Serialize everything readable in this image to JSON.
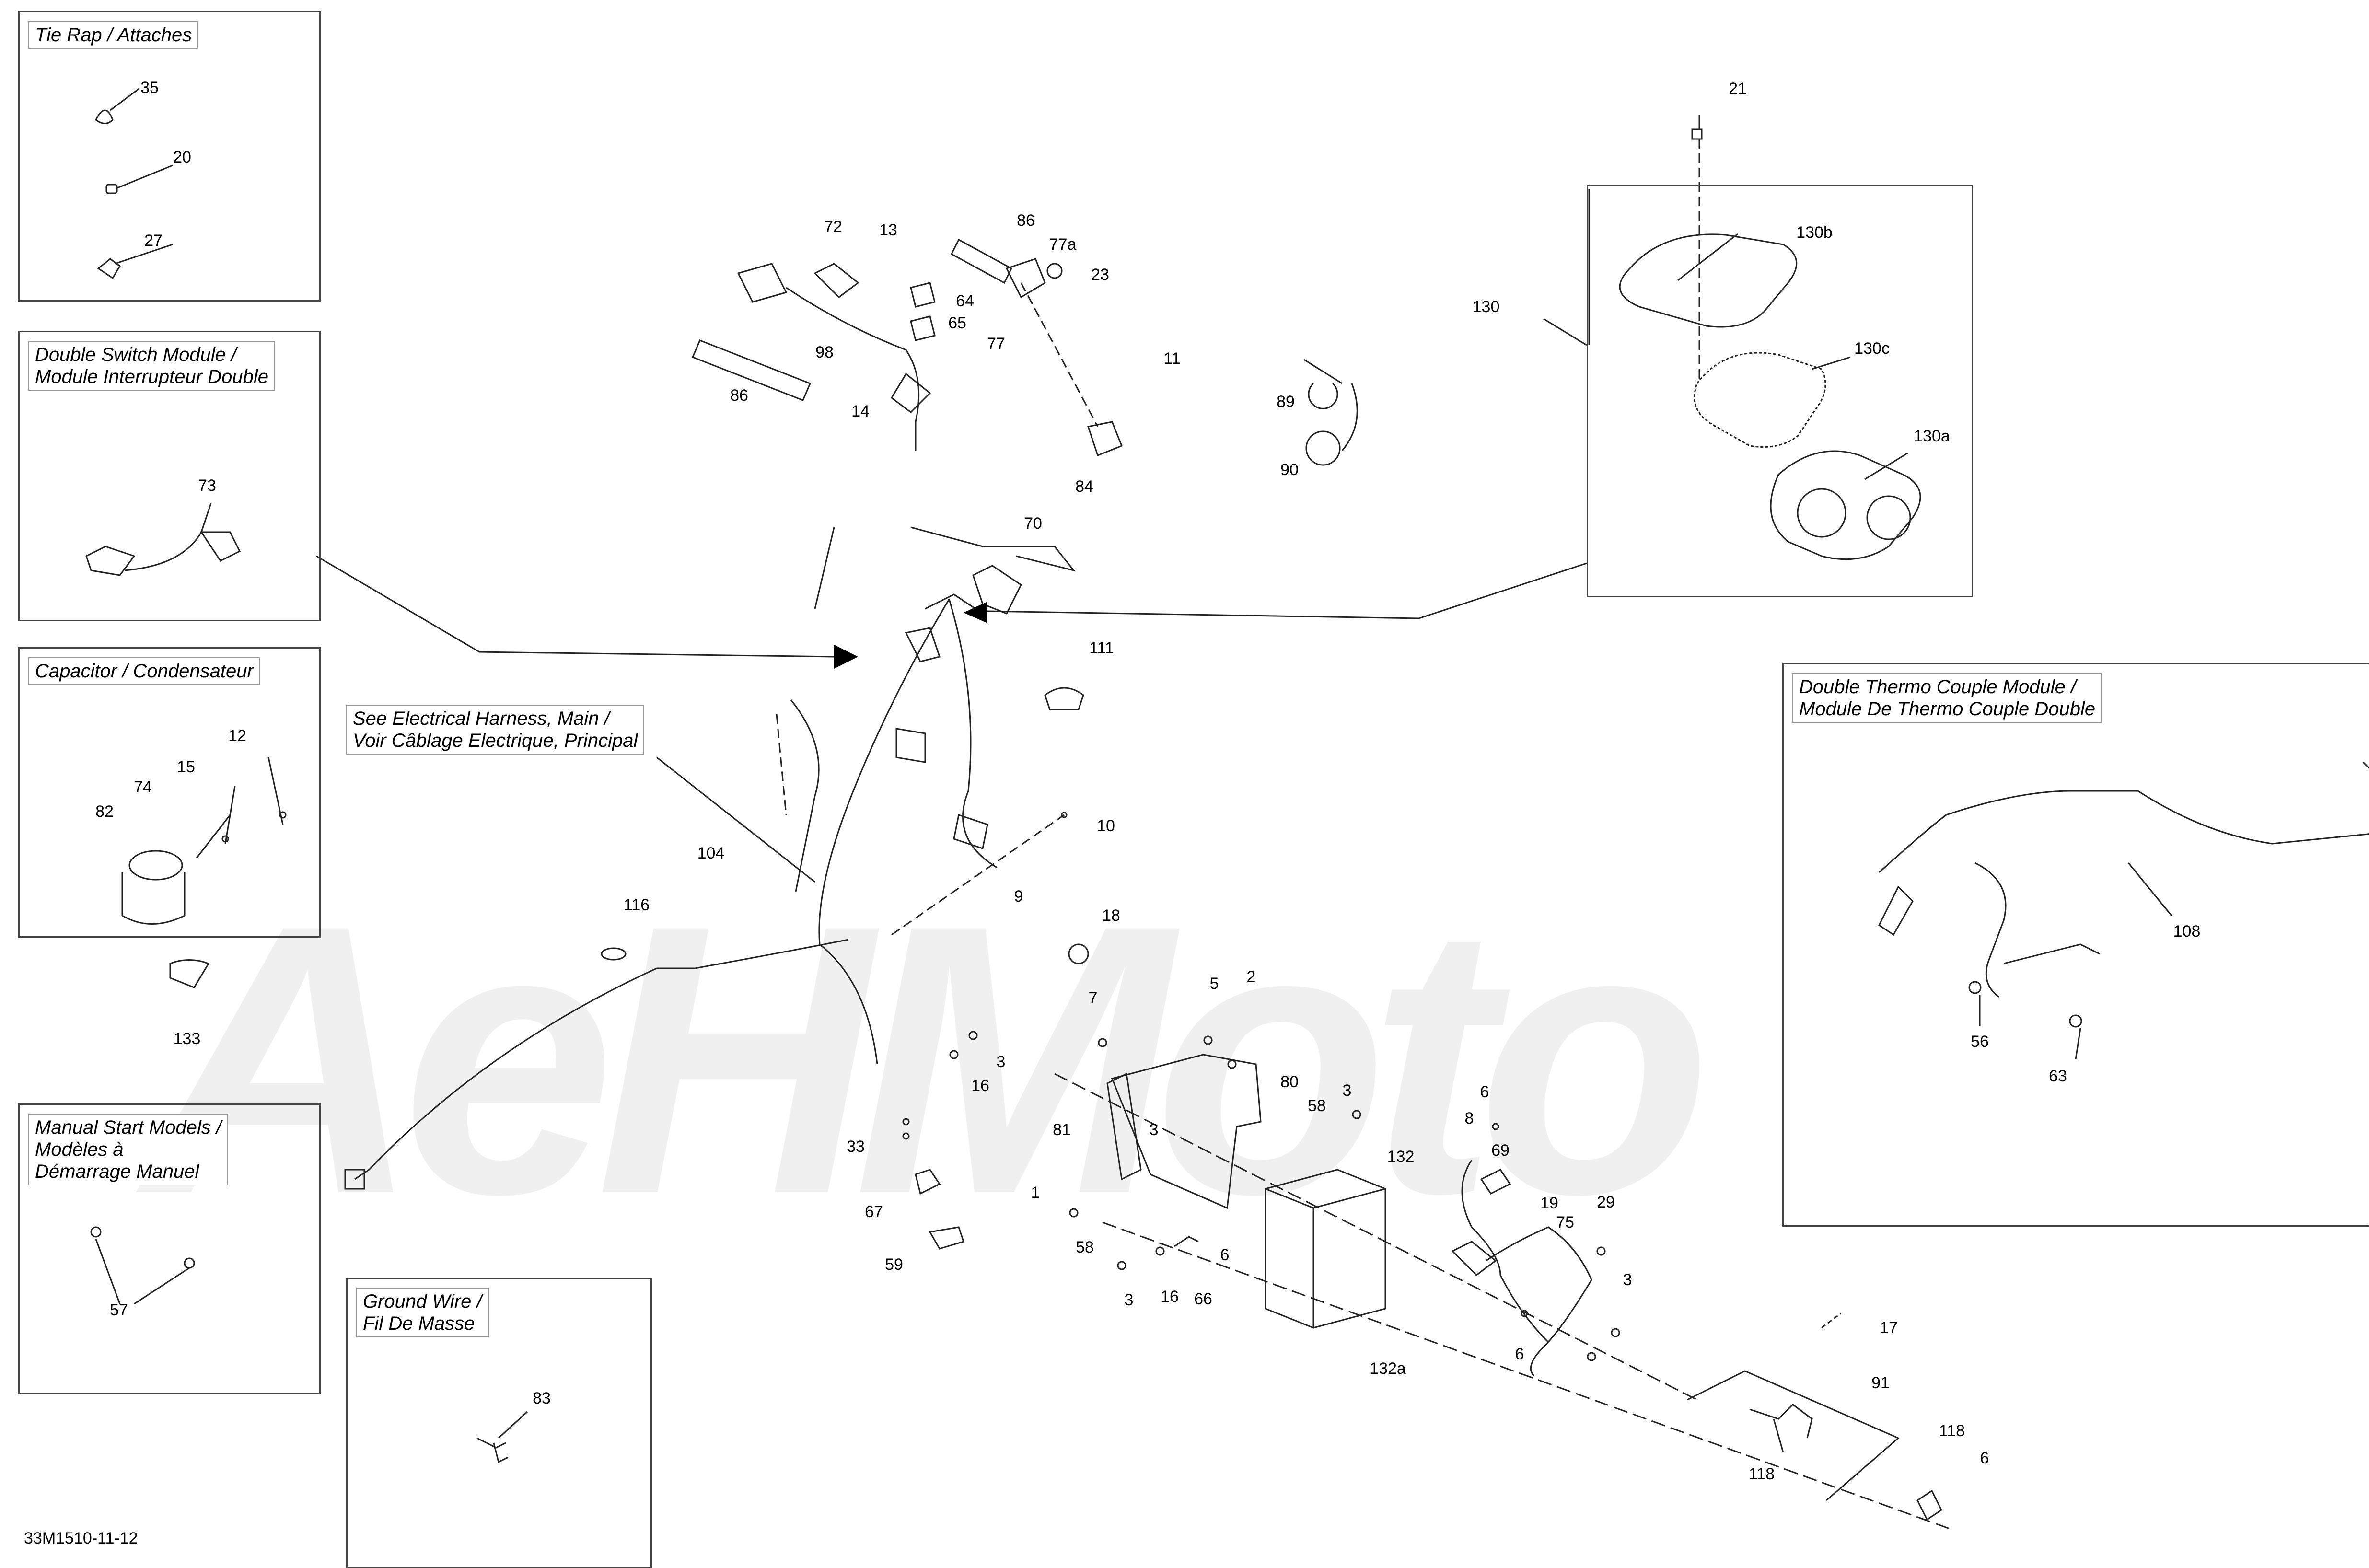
{
  "watermark": "AeHMoto",
  "reference_code": "33M1510-11-12",
  "boxes": {
    "tie_rap": {
      "title": [
        "Tie Rap / Attaches"
      ]
    },
    "double_switch": {
      "title": [
        "Double Switch Module /",
        "Module Interrupteur Double"
      ]
    },
    "capacitor": {
      "title": [
        "Capacitor / Condensateur"
      ]
    },
    "manual_start": {
      "title": [
        "Manual Start Models /",
        "Modèles à",
        "Démarrage Manuel"
      ]
    },
    "ground_wire": {
      "title": [
        "Ground Wire /",
        "Fil De Masse"
      ]
    },
    "harness_note": {
      "title": [
        "See Electrical Harness, Main /",
        "Voir Câblage Electrique, Principal"
      ]
    },
    "thermo": {
      "title": [
        "Double Thermo Couple Module /",
        "Module De Thermo Couple Double"
      ]
    },
    "gauge": {
      "title": []
    }
  },
  "callouts": {
    "c35": "35",
    "c20": "20",
    "c27": "27",
    "c73": "73",
    "c12": "12",
    "c74": "74",
    "c15": "15",
    "c82": "82",
    "c133": "133",
    "c57": "57",
    "c83": "83",
    "c72": "72",
    "c13": "13",
    "c86a": "86",
    "c77a": "77a",
    "c23": "23",
    "c64": "64",
    "c65": "65",
    "c98": "98",
    "c77": "77",
    "c14": "14",
    "c86b": "86",
    "c11": "11",
    "c84": "84",
    "c89": "89",
    "c90": "90",
    "c70": "70",
    "c111": "111",
    "c21": "21",
    "c130b": "130b",
    "c130": "130",
    "c130c": "130c",
    "c130a": "130a",
    "c104": "104",
    "c116": "116",
    "c10": "10",
    "c9": "9",
    "c18": "18",
    "c7": "7",
    "c5": "5",
    "c2": "2",
    "c3a": "3",
    "c16a": "16",
    "c80": "80",
    "c3b": "3",
    "c58a": "58",
    "c81": "81",
    "c3c": "3",
    "c6a": "6",
    "c8": "8",
    "c69": "69",
    "c33": "33",
    "c67": "67",
    "c59": "59",
    "c1": "1",
    "c58b": "58",
    "c6b": "6",
    "c3d": "3",
    "c16b": "16",
    "c66": "66",
    "c132": "132",
    "c19": "19",
    "c75": "75",
    "c29": "29",
    "c3e": "3",
    "c6c": "6",
    "c132a": "132a",
    "c17": "17",
    "c91": "91",
    "c118a": "118",
    "c118b": "118",
    "c6d": "6",
    "c108": "108",
    "c56": "56",
    "c63": "63"
  }
}
